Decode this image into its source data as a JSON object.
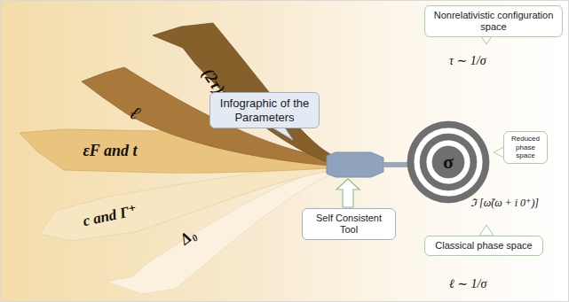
{
  "diagram": {
    "nodes": [
      {
        "text": [
          "(2τ)⁻¹"
        ]
      },
      {
        "text": [
          "ℓ"
        ]
      },
      {
        "text": [
          "εF and t"
        ]
      },
      {
        "text": [
          "c and Γ⁺"
        ]
      },
      {
        "text": [
          "Δ₀"
        ]
      },
      {
        "text": [
          "Infographic of the Parameters"
        ]
      },
      {
        "text": [
          "Nonrelativistic configuration space"
        ]
      },
      {
        "text": [
          "σ"
        ]
      },
      {
        "text": [
          "Reduced phase space"
        ]
      },
      {
        "text": [
          "Self Consistent Tool"
        ]
      },
      {
        "text": [
          "Classical phase space"
        ]
      }
    ],
    "labels": [
      "τ ∼ 1/σ",
      "ℑ [ω̃(ω + i 0⁺)]",
      "ℓ ∼ 1/σ"
    ]
  }
}
